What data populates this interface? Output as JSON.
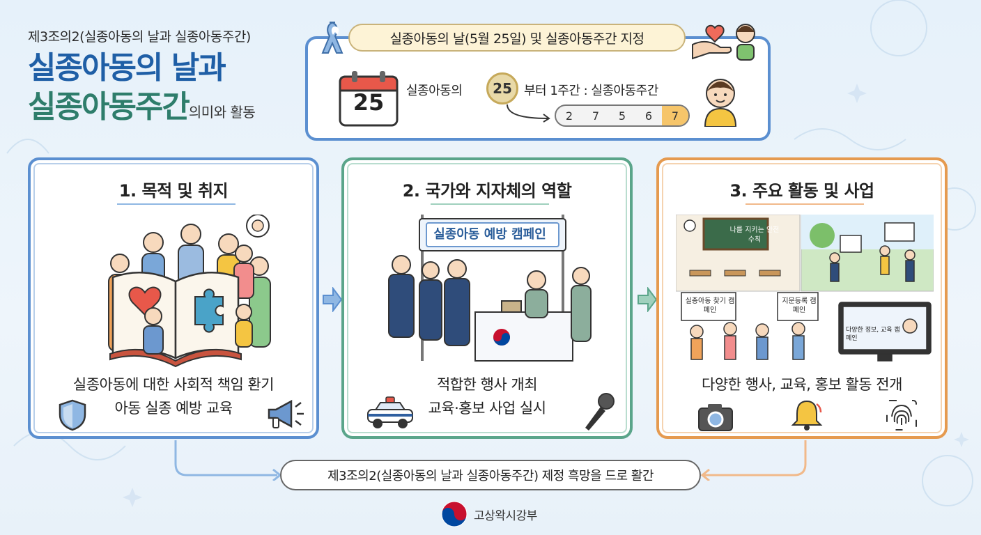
{
  "header": {
    "subtitle": "제3조의2(실종아동의 날과 실종아동주간)",
    "title_line1": "실종아동의 날과",
    "title_line2": "실종아동주간",
    "title_suffix": "의미와 활동"
  },
  "top_box": {
    "pill": "실종아동의 날(5월 25일) 및 실종아동주간 지정",
    "calendar_day": "25",
    "text_before": "실종아동의",
    "badge": "25",
    "text_after": "부터 1주간 : 실종아동주간",
    "days": [
      "2",
      "7",
      "5",
      "6",
      "7"
    ],
    "highlight_index": 4
  },
  "panels": [
    {
      "title": "1. 목적 및 취지",
      "desc_line1": "실종아동에 대한 사회적 책임 환기",
      "desc_line2": "아동 실종 예방 교육",
      "accent": "#5b8fd0"
    },
    {
      "title": "2. 국가와 지자체의 역할",
      "banner": "실종아동 예방 캠페인",
      "desc_line1": "적합한 행사 개최",
      "desc_line2": "교육·홍보 사업 실시",
      "accent": "#5aa58a"
    },
    {
      "title": "3. 주요 활동 및 사업",
      "board": "나를 지키는 안전 수칙",
      "sign1": "실종아동 찾기 캠페인",
      "sign2": "지문등록 캠페인",
      "tv": "다양한 정보, 교육 캠페인",
      "desc_line1": "다양한 행사, 교육, 홍보 활동 전개",
      "accent": "#e59a4f"
    }
  ],
  "footer": {
    "pill": "제3조의2(실종아동의 날과 실종아동주간) 제정 흑망을 드로 활간",
    "ministry": "고상왁시강부"
  },
  "colors": {
    "title_blue": "#1f5fa6",
    "title_green": "#2e7d6b",
    "pill_bg": "#fdf3d6",
    "highlight_day": "#f6c56a"
  }
}
